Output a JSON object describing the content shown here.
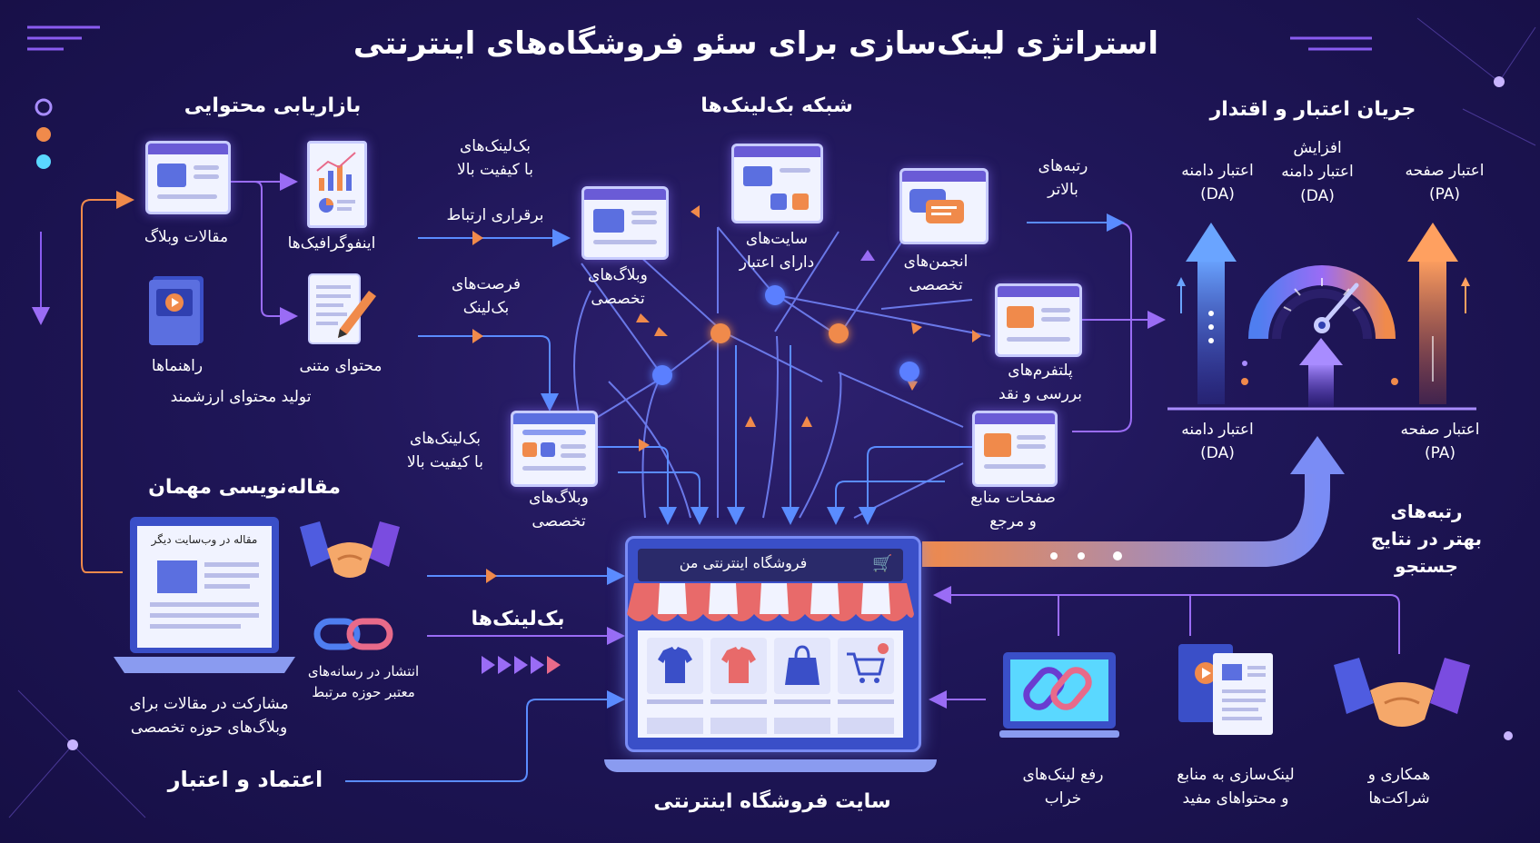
{
  "title": "استراتژی لینک‌سازی برای سئو فروشگاه‌های اینترنتی",
  "sections": {
    "content_marketing": "بازاریابی محتوایی",
    "backlink_network": "شبکه بک‌لینک‌ها",
    "authority_flow": "جریان اعتبار و اقتدار",
    "guest_posting": "مقاله‌نویسی مهمان",
    "trust": "اعتماد و اعتبار",
    "store_site": "سایت فروشگاه اینترنتی"
  },
  "content_items": {
    "blog_articles": "مقالات وبلاگ",
    "infographics": "اینفوگرافیک‌ها",
    "guides": "راهنماها",
    "text_content": "محتوای متنی",
    "valuable_content": "تولید محتوای ارزشمند"
  },
  "flow_labels": {
    "quality_backlinks_1": [
      "بک‌لینک‌های",
      "با کیفیت بالا"
    ],
    "connection": "برقراری ارتباط",
    "link_opportunities": [
      "فرصت‌های",
      "بک‌لینک"
    ],
    "quality_backlinks_2": [
      "بک‌لینک‌های",
      "با کیفیت بالا"
    ],
    "backlinks": "بک‌لینک‌ها",
    "higher_rankings": [
      "رتبه‌های",
      "بالاتر"
    ]
  },
  "network_nodes": {
    "niche_blogs_top": [
      "وبلاگ‌های",
      "تخصصی"
    ],
    "authority_sites": [
      "سایت‌های",
      "دارای اعتبار"
    ],
    "forums": [
      "انجمن‌های",
      "تخصصی"
    ],
    "review_platforms": [
      "پلتفرم‌های",
      "بررسی و نقد"
    ],
    "niche_blogs_bottom": [
      "وبلاگ‌های",
      "تخصصی"
    ],
    "resource_pages": [
      "صفحات منابع",
      "و مرجع"
    ]
  },
  "guest_items": {
    "article_on_other_site": "مقاله در وب‌سایت دیگر",
    "participate": [
      "مشارکت در مقالات برای",
      "وبلاگ‌های حوزه تخصصی"
    ],
    "publish_media": [
      "انتشار در رسانه‌های",
      "معتبر حوزه مرتبط"
    ]
  },
  "store": {
    "name": "فروشگاه اینترنتی من"
  },
  "authority_labels": {
    "domain_authority": [
      "اعتبار دامنه",
      "(DA)"
    ],
    "increase_da": [
      "افزایش",
      "اعتبار دامنه",
      "(DA)"
    ],
    "page_authority": [
      "اعتبار صفحه",
      "(PA)"
    ],
    "domain_authority_bottom": [
      "اعتبار دامنه",
      "(DA)"
    ],
    "page_authority_bottom": [
      "اعتبار صفحه",
      "(PA)"
    ],
    "better_rankings": [
      "رتبه‌های",
      "بهتر در نتایج",
      "جستجو"
    ]
  },
  "bottom_items": {
    "fix_broken_links": [
      "رفع لینک‌های",
      "خراب"
    ],
    "link_to_resources": [
      "لینک‌سازی به منابع",
      "و محتواهای مفید"
    ],
    "partnerships": [
      "همکاری و",
      "شراکت‌ها"
    ]
  },
  "colors": {
    "background": "#1f1658",
    "accent_orange": "#f08a4b",
    "accent_blue": "#4f7ef0",
    "accent_purple": "#8a5cf0",
    "accent_pink": "#e86a8a"
  },
  "icons": [
    "article-icon",
    "infographic-icon",
    "guide-book-icon",
    "pencil-document-icon",
    "handshake-icon",
    "chain-link-icon",
    "cart-icon",
    "gauge-icon",
    "arrow-up-icon"
  ]
}
